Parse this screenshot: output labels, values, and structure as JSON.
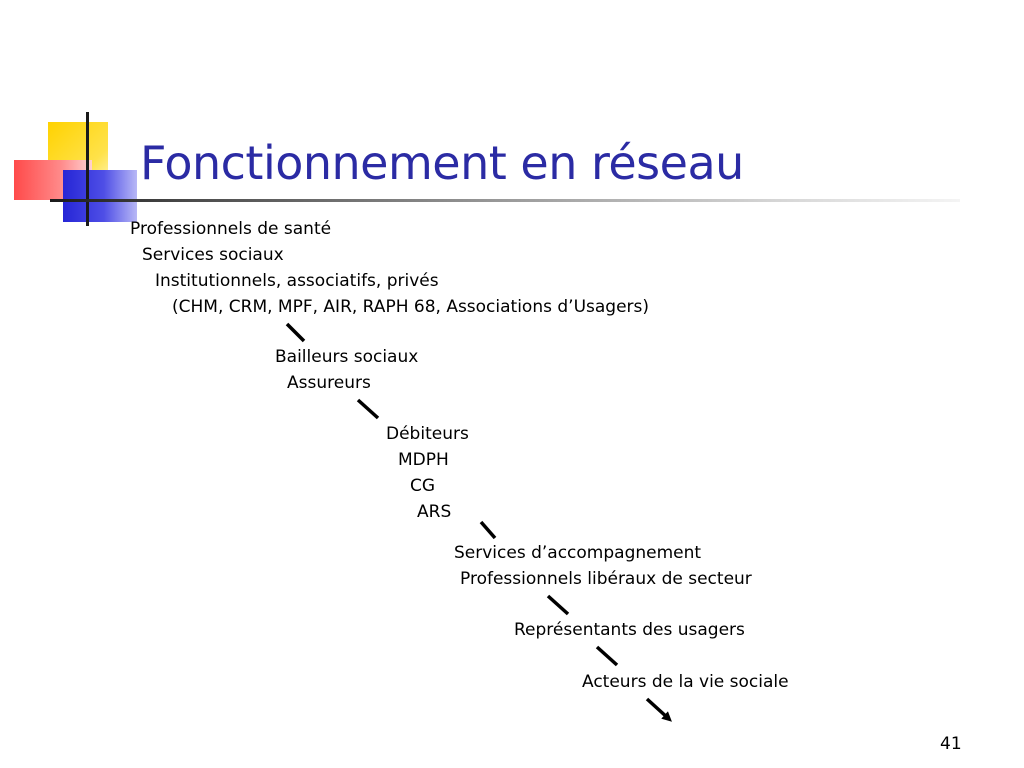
{
  "slide": {
    "title": "Fonctionnement en réseau",
    "page_number": "41"
  },
  "groups": [
    {
      "lines": [
        "Professionnels de santé",
        "Services sociaux",
        "Institutionnels, associatifs, privés",
        "(CHM, CRM, MPF, AIR, RAPH 68, Associations d’Usagers)"
      ]
    },
    {
      "lines": [
        "Bailleurs sociaux",
        "Assureurs"
      ]
    },
    {
      "lines": [
        "Débiteurs",
        "MDPH",
        "CG",
        "ARS"
      ]
    },
    {
      "lines": [
        "Services d’accompagnement",
        "Professionnels libéraux de secteur"
      ]
    },
    {
      "lines": [
        "Représentants des usagers"
      ]
    },
    {
      "lines": [
        "Acteurs de la vie sociale"
      ]
    }
  ],
  "colors": {
    "title": "#2b2ba4",
    "accent_yellow": "#ffd200",
    "accent_red": "#ff4a4a",
    "accent_blue": "#2626d6",
    "text": "#000000"
  }
}
